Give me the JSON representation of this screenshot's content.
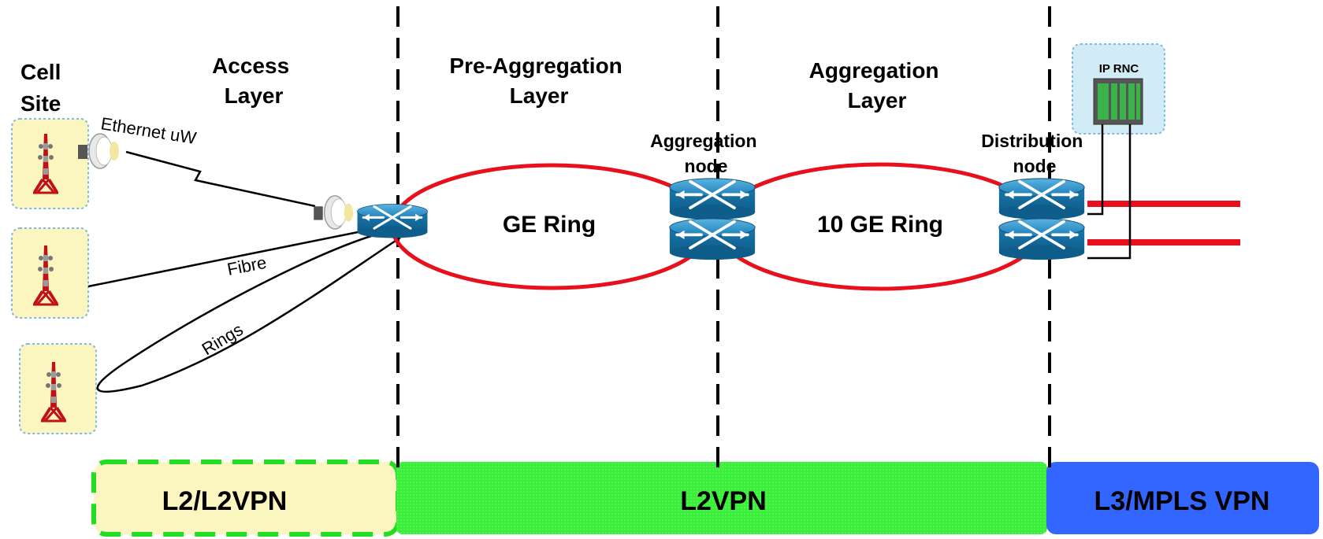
{
  "headers": {
    "cell_site": [
      "Cell",
      "Site"
    ],
    "access_layer": [
      "Access",
      "Layer"
    ],
    "pre_aggregation_layer": [
      "Pre-Aggregation",
      "Layer"
    ],
    "aggregation_layer": [
      "Aggregation",
      "Layer"
    ]
  },
  "links": {
    "ethernet_uw": "Ethernet uW",
    "fibre": "Fibre",
    "rings": "Rings"
  },
  "rings": {
    "ge_ring": "GE Ring",
    "ten_ge_ring": "10 GE Ring"
  },
  "nodes": {
    "aggregation_node": [
      "Aggregation",
      "node"
    ],
    "distribution_node": [
      "Distribution",
      "node"
    ],
    "ip_rnc": "IP RNC"
  },
  "vpn_bands": {
    "access": "L2/L2VPN",
    "middle": "L2VPN",
    "core": "L3/MPLS VPN"
  },
  "colors": {
    "ring_red": "#e8101c",
    "router_blue": "#1b7fb8",
    "cell_box_fill": "#fbf5c0",
    "access_band_fill": "#fbf6bf",
    "access_band_border": "#22dd22",
    "middle_band_fill": "#38ee38",
    "core_band_fill": "#3366ff",
    "rnc_box_fill": "#d2ecf7"
  }
}
